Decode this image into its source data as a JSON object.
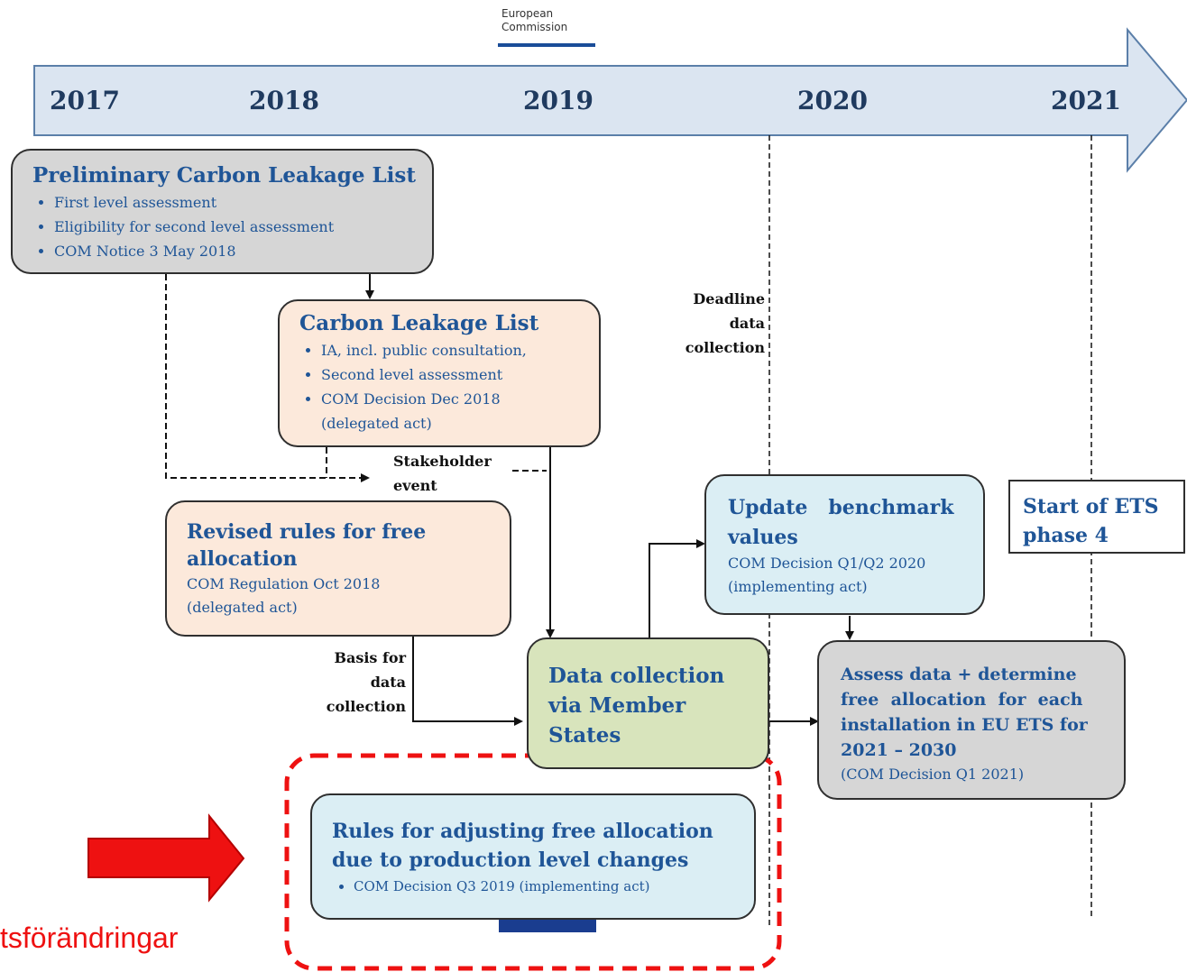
{
  "header": {
    "org_line1": "European",
    "org_line2": "Commission"
  },
  "timeline": {
    "years": [
      "2017",
      "2018",
      "2019",
      "2020",
      "2021"
    ]
  },
  "boxes": {
    "preliminary": {
      "title": "Preliminary Carbon Leakage List",
      "items": [
        "First level assessment",
        "Eligibility for second level assessment",
        "COM Notice 3 May 2018"
      ]
    },
    "cll": {
      "title": "Carbon Leakage List",
      "items": [
        "IA, incl. public consultation,",
        "Second level assessment",
        "COM Decision Dec 2018"
      ],
      "sub": "(delegated act)"
    },
    "revised": {
      "title_1": "Revised rules for free",
      "title_2": "allocation",
      "note_1": "COM Regulation Oct 2018",
      "note_2": "(delegated act)"
    },
    "benchmark": {
      "title_1": "Update   benchmark",
      "title_2": "values",
      "note_1": "COM Decision Q1/Q2 2020",
      "note_2": "(implementing act)"
    },
    "data_collection": {
      "line_1": "Data collection",
      "line_2": "via Member",
      "line_3": "States"
    },
    "assess": {
      "line_1": "Assess data + determine",
      "line_2": "free  allocation  for  each",
      "line_3": "installation in EU ETS for",
      "line_4": "2021 – 2030",
      "note": "(COM Decision Q1 2021)"
    },
    "start": {
      "line_1": "Start of ETS",
      "line_2": "phase 4"
    },
    "rules_adjust": {
      "title_1": "Rules for adjusting free allocation",
      "title_2": "due to production level changes",
      "item": "COM Decision Q3 2019 (implementing act)"
    }
  },
  "labels": {
    "deadline": [
      "Deadline",
      "data",
      "collection"
    ],
    "stakeholder": [
      "Stakeholder",
      "event"
    ],
    "basis": [
      "Basis for",
      "data",
      "collection"
    ]
  },
  "overlay": {
    "caption_fragment": "tsförändringar"
  },
  "colors": {
    "arrow_fill": "#dbe5f1",
    "grey_box": "#d6d6d6",
    "peach_box": "#fce9db",
    "blue_box": "#dbeef4",
    "green_box": "#d8e4bc",
    "title_blue": "#1f5597",
    "highlight_red": "#ee1111"
  }
}
